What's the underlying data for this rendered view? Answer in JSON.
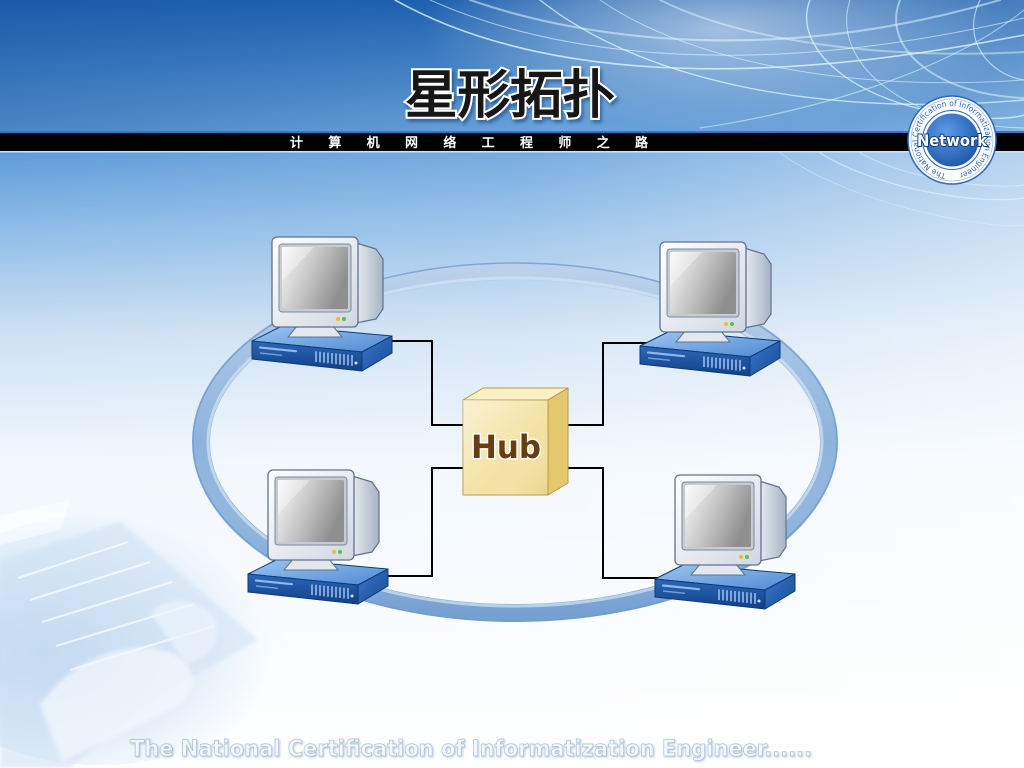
{
  "slide": {
    "title": "星形拓扑",
    "banner_text": "计 算 机 网 络 工 程 师 之 路",
    "footer_text": "The National Certification of Informatization Engineer......"
  },
  "logo": {
    "label": "Network",
    "ring_text": "The National Certification of Informatization Engineer"
  },
  "diagram": {
    "hub_label": "Hub",
    "colors": {
      "ring": "#8db3dd",
      "hub": "#f3e2a2",
      "hub_label": "#6a3c14",
      "computer_case": "#2a68b9",
      "link": "#000000"
    }
  },
  "theme": {
    "header_top": "#1f62b0",
    "header_bottom": "#6aa4dc",
    "banner": "#000000",
    "logo_blue": "#2a67c0"
  }
}
